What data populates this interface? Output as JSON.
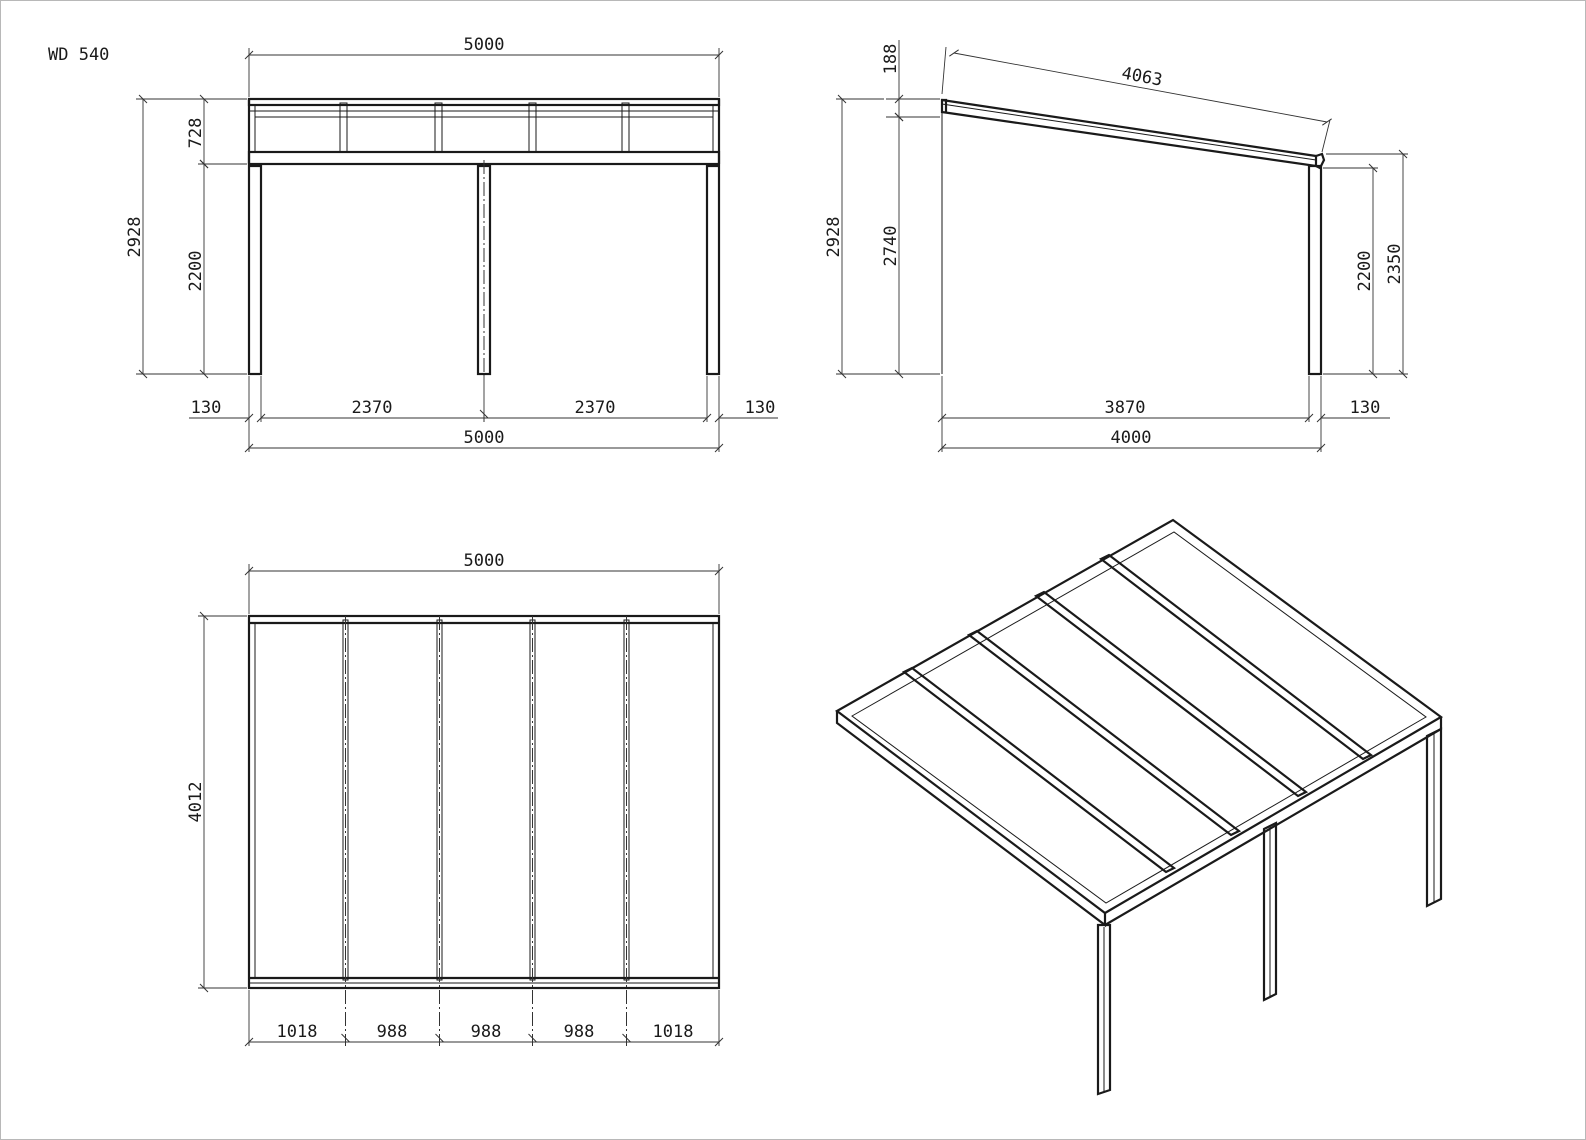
{
  "model": "WD 540",
  "front_view": {
    "top_width": "5000",
    "total_height": "2928",
    "roof_height": "728",
    "post_height": "2200",
    "left_overhang": "130",
    "span_left": "2370",
    "span_right": "2370",
    "right_overhang": "130",
    "bottom_width": "5000"
  },
  "side_view": {
    "top_offset": "188",
    "roof_length": "4063",
    "total_height": "2928",
    "wall_height": "2740",
    "post_height": "2200",
    "front_height": "2350",
    "depth_inner": "3870",
    "overhang": "130",
    "depth_total": "4000"
  },
  "plan_view": {
    "width": "5000",
    "depth": "4012",
    "bays": [
      "1018",
      "988",
      "988",
      "988",
      "1018"
    ]
  }
}
